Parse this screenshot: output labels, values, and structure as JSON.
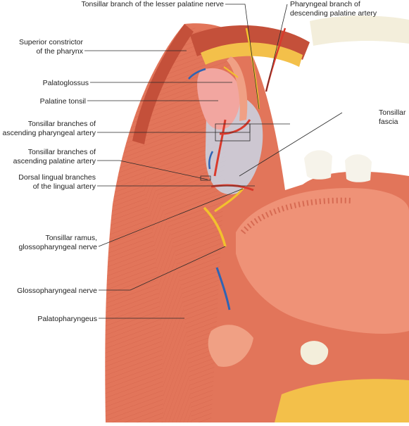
{
  "figure": {
    "labels": {
      "tonsillar_branch_lesser_palatine_nerve": "Tonsillar branch of the lesser palatine nerve",
      "pharyngeal_branch_line1": "Pharyngeal branch of",
      "pharyngeal_branch_line2": "descending palatine artery",
      "superior_constrictor_line1": "Superior constrictor",
      "superior_constrictor_line2": "of the pharynx",
      "palatoglossus": "Palatoglossus",
      "palatine_tonsil": "Palatine tonsil",
      "tonsillar_fascia_line1": "Tonsillar",
      "tonsillar_fascia_line2": "fascia",
      "asc_pharyngeal_line1": "Tonsillar branches of",
      "asc_pharyngeal_line2": "ascending pharyngeal artery",
      "asc_palatine_line1": "Tonsillar branches of",
      "asc_palatine_line2": "ascending palatine artery",
      "dorsal_lingual_line1": "Dorsal lingual branches",
      "dorsal_lingual_line2": "of the lingual artery",
      "tonsillar_ramus_line1": "Tonsillar ramus,",
      "tonsillar_ramus_line2": "glossopharyngeal nerve",
      "glossopharyngeal_nerve": "Glossopharyngeal nerve",
      "palatopharyngeus": "Palatopharyngeus"
    },
    "colors": {
      "muscle": "#e2755a",
      "muscle_dark": "#c4503a",
      "muscle_light": "#f0a084",
      "tongue": "#ef9277",
      "tonsil": "#f2a6a0",
      "fascia": "#c9d6e6",
      "artery": "#d93a2c",
      "vein": "#2f64b4",
      "nerve": "#f2c12e",
      "bone": "#f3eedb",
      "fat": "#f3c04a",
      "tooth": "#f6f3ea"
    }
  }
}
